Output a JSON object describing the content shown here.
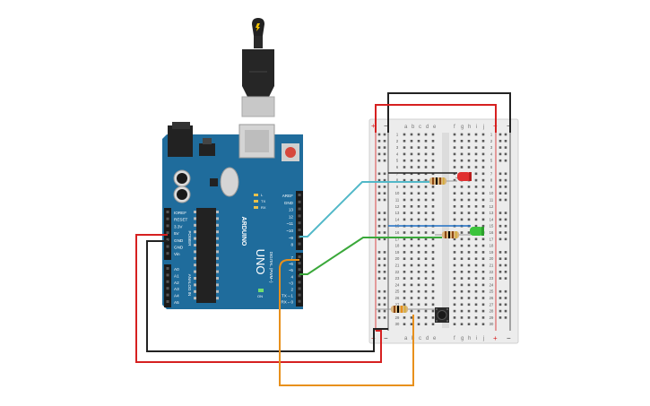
{
  "colors": {
    "board": "#1f6c9c",
    "board_dark": "#17557d",
    "breadboard": "#ececec",
    "wire_red": "#d62020",
    "wire_black": "#222222",
    "wire_orange": "#e8901c",
    "wire_green": "#3aa83a",
    "wire_cyan": "#52b8c8",
    "led_red": "#e03030",
    "led_green": "#3cc43c"
  },
  "arduino": {
    "brand": "ARDUINO",
    "model": "UNO",
    "power_header_label": "POWER",
    "analog_header_label": "ANALOG IN",
    "digital_header_label": "DIGITAL (PWM~)",
    "led_labels": [
      "L",
      "TX",
      "RX"
    ],
    "on_label": "ON",
    "power_pins": [
      "IOREF",
      "RESET",
      "3.3V",
      "5V",
      "GND",
      "GND",
      "Vin"
    ],
    "analog_pins": [
      "A0",
      "A1",
      "A2",
      "A3",
      "A4",
      "A5"
    ],
    "digital_top": [
      "AREF",
      "GND",
      "13",
      "12",
      "~11",
      "~10",
      "~9",
      "8"
    ],
    "digital_bottom": [
      "7",
      "~6",
      "~5",
      "4",
      "~3",
      "2",
      "TX→1",
      "RX←0"
    ]
  },
  "breadboard": {
    "columns_left": [
      "a",
      "b",
      "c",
      "d",
      "e"
    ],
    "columns_right": [
      "f",
      "g",
      "h",
      "i",
      "j"
    ],
    "rail_plus": "+",
    "rail_minus": "−",
    "rows": [
      "1",
      "2",
      "3",
      "4",
      "5",
      "6",
      "7",
      "8",
      "9",
      "10",
      "11",
      "12",
      "13",
      "14",
      "15",
      "16",
      "17",
      "18",
      "19",
      "20",
      "21",
      "22",
      "23",
      "24",
      "25",
      "26",
      "27",
      "28",
      "29",
      "30"
    ]
  },
  "icons": {
    "usb_plug": "usb-plug-icon",
    "reset_button": "reset-button-icon",
    "push_button": "push-button-icon"
  }
}
